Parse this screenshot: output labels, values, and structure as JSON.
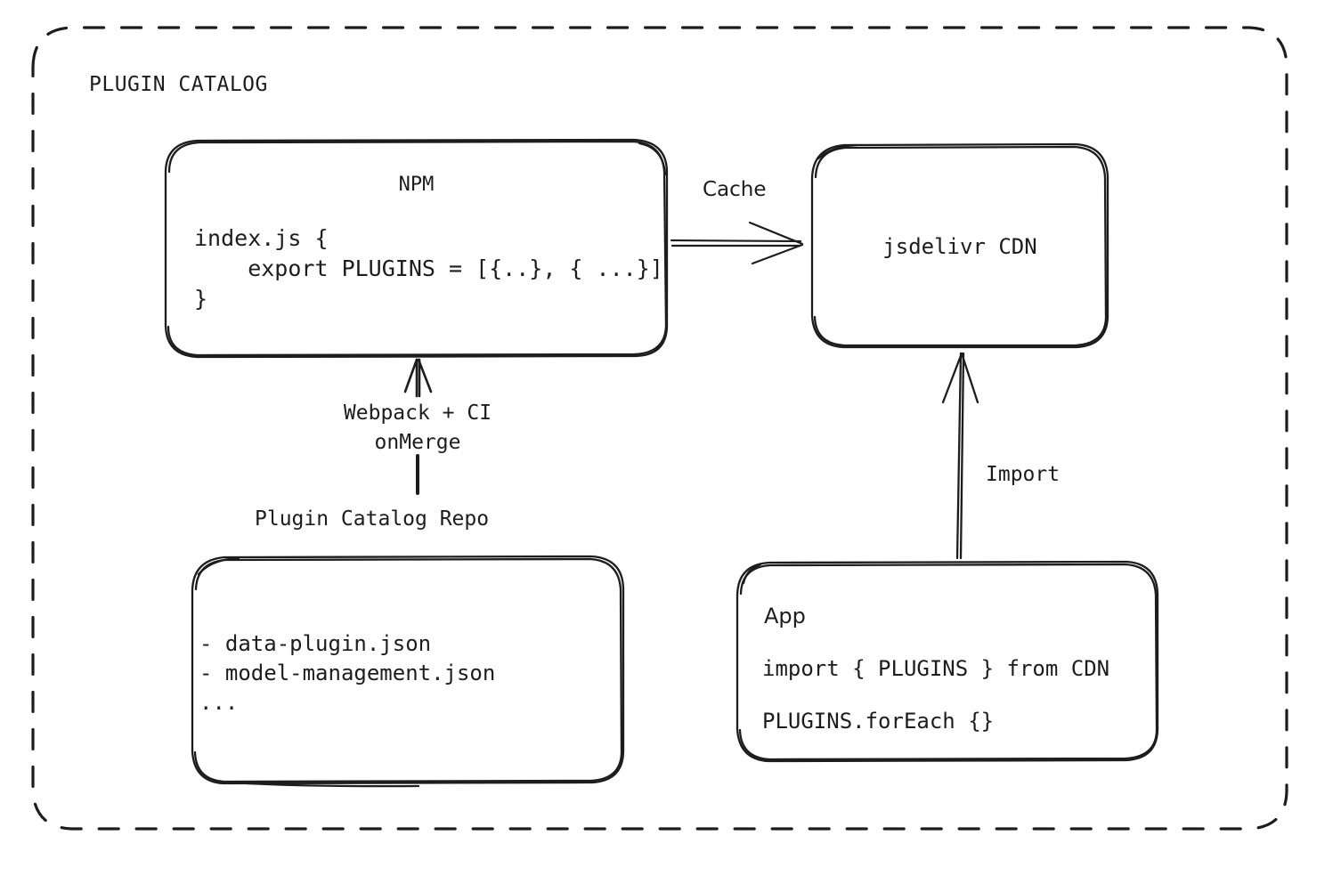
{
  "diagram": {
    "title": "PLUGIN CATALOG",
    "background": "#ffffff",
    "stroke": "#1d1d1d",
    "style": "hand-drawn-excalidraw"
  },
  "nodes": {
    "npm": {
      "title": "NPM",
      "code_line_1": "index.js {",
      "code_line_2": "    export PLUGINS = [{..}, { ...}]",
      "code_line_3": "}"
    },
    "cdn": {
      "title": "jsdelivr CDN"
    },
    "repo": {
      "caption": "Plugin Catalog Repo",
      "files": [
        "- data-plugin.json",
        "- model-management.json",
        "..."
      ]
    },
    "app": {
      "title": "App",
      "code_line_1": "import { PLUGINS } from CDN",
      "code_line_2": "PLUGINS.forEach {}"
    }
  },
  "edges": {
    "cache": {
      "label": "Cache",
      "from": "npm",
      "to": "cdn"
    },
    "build": {
      "label_line_1": "Webpack + CI",
      "label_line_2": "onMerge",
      "from": "repo",
      "to": "npm"
    },
    "import": {
      "label": "Import",
      "from": "app",
      "to": "cdn"
    }
  }
}
